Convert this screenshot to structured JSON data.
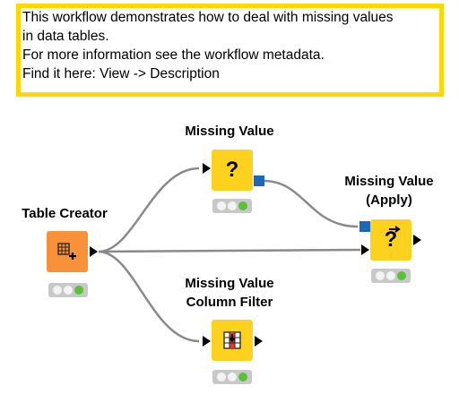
{
  "annotation": {
    "lines": [
      "This workflow demonstrates how to deal with missing values",
      "in data tables.",
      "For more information see the workflow metadata.",
      "Find it here: View -> Description"
    ],
    "border_color": "#ffd800"
  },
  "nodes": {
    "table_creator": {
      "title": "Table Creator",
      "color": "#f7923a",
      "icon": "table-plus-icon",
      "status": "executed"
    },
    "missing_value": {
      "title": "Missing Value",
      "color": "#fdd21e",
      "icon": "question-mark-icon",
      "glyph": "?",
      "status": "executed"
    },
    "missing_value_apply": {
      "title_line1": "Missing Value",
      "title_line2": "(Apply)",
      "color": "#fdd21e",
      "icon": "question-arrow-icon",
      "glyph": "?",
      "status": "executed"
    },
    "missing_value_column_filter": {
      "title_line1": "Missing Value",
      "title_line2": "Column Filter",
      "color": "#fdd21e",
      "icon": "column-filter-icon",
      "status": "executed"
    }
  },
  "colors": {
    "status_green": "#5cbf3a",
    "model_port": "#1c68b8",
    "connection": "#8a8a8a"
  }
}
